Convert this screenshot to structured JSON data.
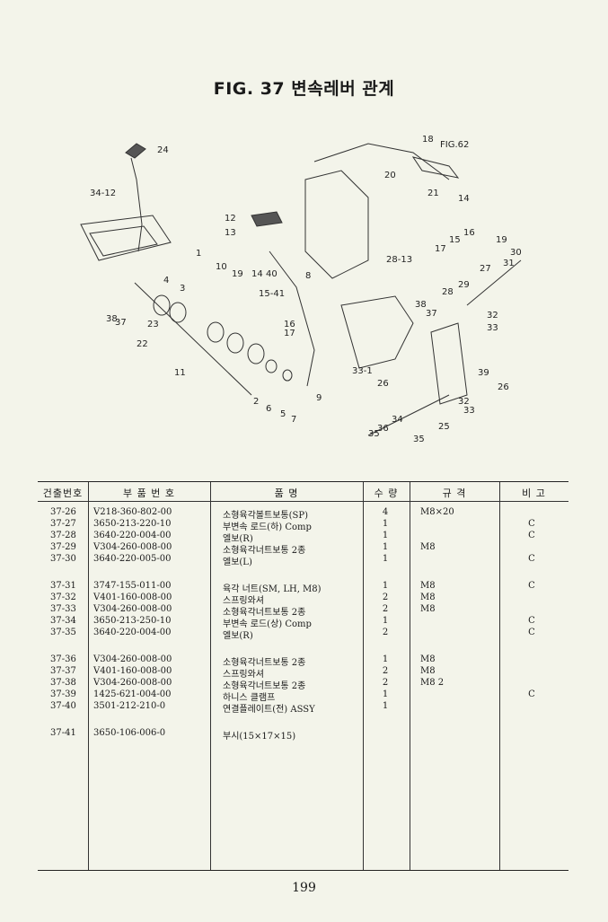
{
  "title": "FIG. 37 변속레버 관계",
  "diagram_labels": [
    "24",
    "34-12",
    "12",
    "13",
    "1",
    "10",
    "19",
    "14",
    "40",
    "15-41",
    "16",
    "17",
    "8",
    "9",
    "4",
    "3",
    "38",
    "37",
    "23",
    "22",
    "11",
    "2",
    "6",
    "5",
    "7",
    "18",
    "FIG.62",
    "20",
    "21",
    "28-13",
    "14",
    "15",
    "16",
    "17",
    "19",
    "27",
    "31",
    "30",
    "29",
    "28",
    "38",
    "37",
    "32",
    "33",
    "33-1",
    "26",
    "25",
    "32",
    "33",
    "39",
    "26",
    "34",
    "36",
    "35",
    "35"
  ],
  "table": {
    "headers": {
      "no": "건출번호",
      "part_no": "부 품 번 호",
      "name": "품 명",
      "qty": "수 량",
      "spec": "규 격",
      "remark": "비 고"
    },
    "rows": [
      {
        "no": "37-26",
        "part_no": "V218-360-802-00",
        "name": "소형육각볼트보통(SP)",
        "qty": "4",
        "spec": "M8×20",
        "remark": ""
      },
      {
        "no": "37-27",
        "part_no": "3650-213-220-10",
        "name": "부변속 로드(하) Comp",
        "qty": "1",
        "spec": "",
        "remark": "C"
      },
      {
        "no": "37-28",
        "part_no": "3640-220-004-00",
        "name": "엘보(R)",
        "qty": "1",
        "spec": "",
        "remark": "C"
      },
      {
        "no": "37-29",
        "part_no": "V304-260-008-00",
        "name": "소형육각너트보통 2종",
        "qty": "1",
        "spec": "M8",
        "remark": ""
      },
      {
        "no": "37-30",
        "part_no": "3640-220-005-00",
        "name": "엘보(L)",
        "qty": "1",
        "spec": "",
        "remark": "C"
      },
      {
        "no": "37-31",
        "part_no": "3747-155-011-00",
        "name": "육각 너트(SM, LH, M8)",
        "qty": "1",
        "spec": "M8",
        "remark": "C"
      },
      {
        "no": "37-32",
        "part_no": "V401-160-008-00",
        "name": "스프링와셔",
        "qty": "2",
        "spec": "M8",
        "remark": ""
      },
      {
        "no": "37-33",
        "part_no": "V304-260-008-00",
        "name": "소형육각너트보통 2종",
        "qty": "2",
        "spec": "M8",
        "remark": ""
      },
      {
        "no": "37-34",
        "part_no": "3650-213-250-10",
        "name": "부변속 로드(상) Comp",
        "qty": "1",
        "spec": "",
        "remark": "C"
      },
      {
        "no": "37-35",
        "part_no": "3640-220-004-00",
        "name": "엘보(R)",
        "qty": "2",
        "spec": "",
        "remark": "C"
      },
      {
        "no": "37-36",
        "part_no": "V304-260-008-00",
        "name": "소형육각너트보통 2종",
        "qty": "1",
        "spec": "M8",
        "remark": ""
      },
      {
        "no": "37-37",
        "part_no": "V401-160-008-00",
        "name": "스프링와셔",
        "qty": "2",
        "spec": "M8",
        "remark": ""
      },
      {
        "no": "37-38",
        "part_no": "V304-260-008-00",
        "name": "소형육각너트보통 2종",
        "qty": "2",
        "spec": "M8 2",
        "remark": ""
      },
      {
        "no": "37-39",
        "part_no": "1425-621-004-00",
        "name": "하니스 클램프",
        "qty": "1",
        "spec": "",
        "remark": "C"
      },
      {
        "no": "37-40",
        "part_no": "3501-212-210-0",
        "name": "연결플레이트(전) ASSY",
        "qty": "1",
        "spec": "",
        "remark": ""
      },
      {
        "no": "37-41",
        "part_no": "3650-106-006-0",
        "name": "부시(15×17×15)",
        "qty": "",
        "spec": "",
        "remark": ""
      }
    ]
  },
  "page_number": "199"
}
